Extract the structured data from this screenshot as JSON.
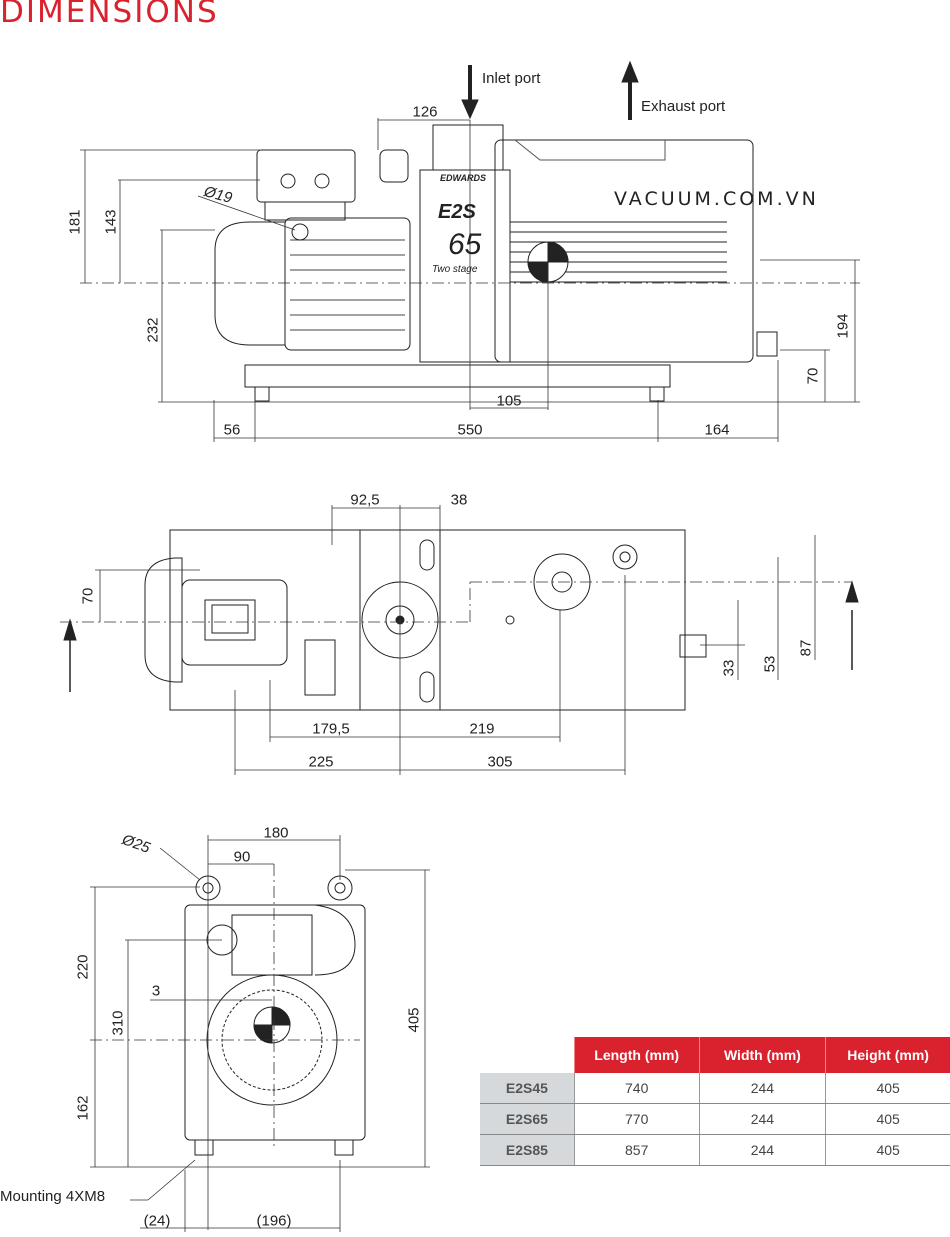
{
  "title": "DIMENSIONS",
  "watermark": "VACUUM.COM.VN",
  "pump_branding": {
    "brand": "EDWARDS",
    "model": "E2S",
    "size": "65",
    "subtitle": "Two stage"
  },
  "side_view": {
    "inlet_label": "Inlet port",
    "exhaust_label": "Exhaust port",
    "dims": {
      "d126": "126",
      "d181": "181",
      "d143": "143",
      "d232": "232",
      "d19": "Ø19",
      "d194": "194",
      "d70": "70",
      "d105": "105",
      "d56": "56",
      "d550": "550",
      "d164": "164"
    }
  },
  "top_view": {
    "dims": {
      "d92_5": "92,5",
      "d38": "38",
      "d70": "70",
      "d179_5": "179,5",
      "d219": "219",
      "d225": "225",
      "d305": "305",
      "d33": "33",
      "d53": "53",
      "d87": "87"
    }
  },
  "end_view": {
    "dims": {
      "d180": "180",
      "d90": "90",
      "d25": "Ø25",
      "d220": "220",
      "d310": "310",
      "d3": "3",
      "d162": "162",
      "d405": "405",
      "d24": "(24)",
      "d196": "(196)"
    },
    "mounting_label": "Mounting 4XM8"
  },
  "table": {
    "headers": [
      "Length (mm)",
      "Width (mm)",
      "Height (mm)"
    ],
    "rows": [
      {
        "model": "E2S45",
        "length": "740",
        "width": "244",
        "height": "405"
      },
      {
        "model": "E2S65",
        "length": "770",
        "width": "244",
        "height": "405"
      },
      {
        "model": "E2S85",
        "length": "857",
        "width": "244",
        "height": "405"
      }
    ]
  }
}
